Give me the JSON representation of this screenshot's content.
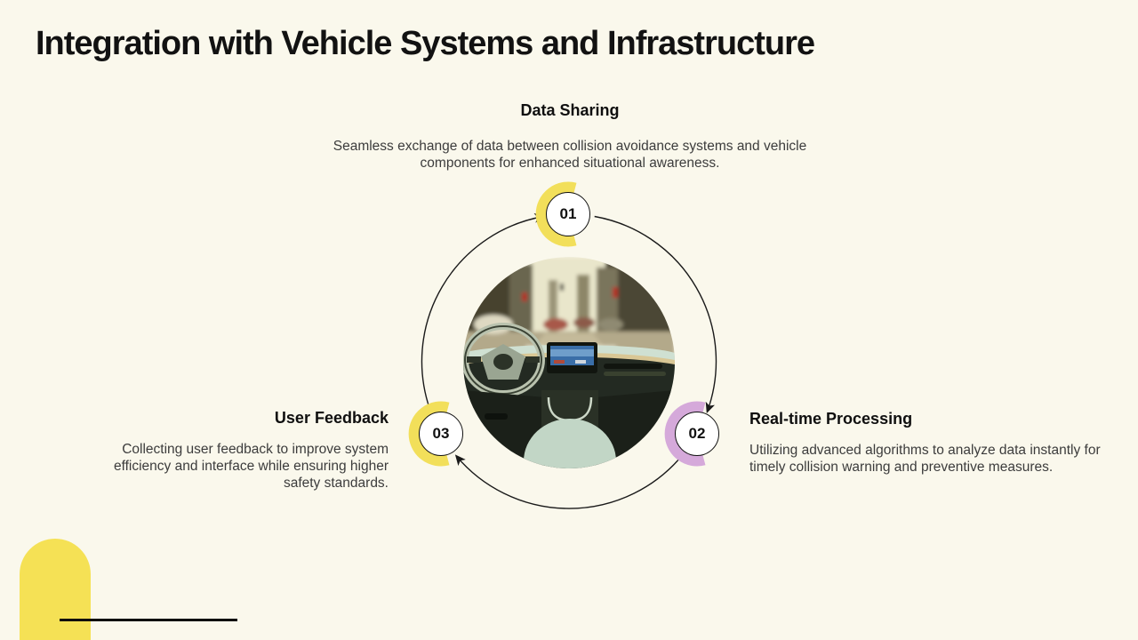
{
  "slide": {
    "title": "Integration with Vehicle Systems and Infrastructure",
    "background_color": "#faf8ec"
  },
  "colors": {
    "accent_yellow": "#f2df5a",
    "accent_purple": "#d5a9da",
    "arrow_black": "#1a1a1a"
  },
  "steps": [
    {
      "number": "01",
      "title": "Data Sharing",
      "description": "Seamless exchange of data between collision avoidance systems and vehicle components for enhanced situational awareness.",
      "accent": "#f2df5a"
    },
    {
      "number": "02",
      "title": "Real-time Processing",
      "description": "Utilizing advanced algorithms to analyze data instantly for timely collision warning and preventive measures.",
      "accent": "#d5a9da"
    },
    {
      "number": "03",
      "title": "User Feedback",
      "description": "Collecting user feedback to improve system efficiency and interface while ensuring higher safety standards.",
      "accent": "#f2df5a"
    }
  ],
  "center_image": {
    "description": "Interior view of a car dashboard with steering wheel and infotainment screen, looking out onto a blurred city street"
  }
}
